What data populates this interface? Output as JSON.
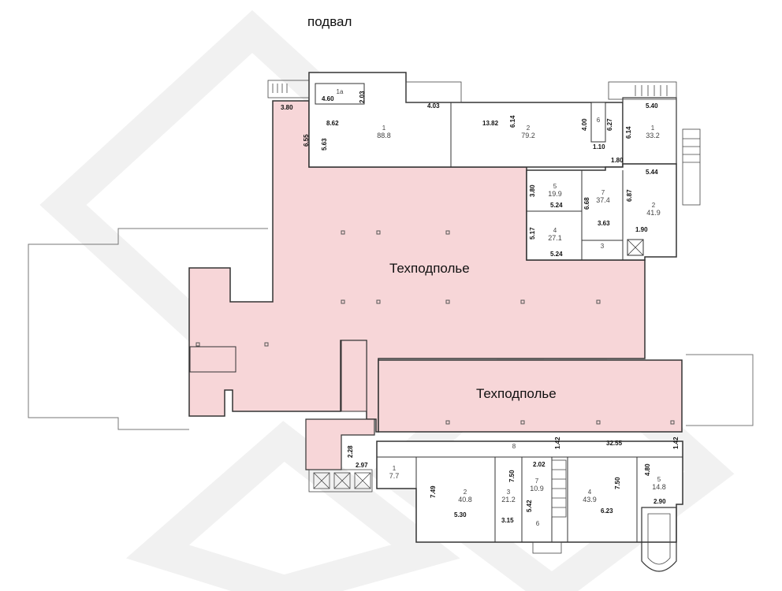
{
  "title": "подвал",
  "zones": {
    "techfloor_upper": "Техподполье",
    "techfloor_lower": "Техподполье"
  },
  "colors": {
    "techfloor_fill": "#f7d6d8",
    "wall": "#333333",
    "watermark": "#f2f2f2"
  },
  "rooms": [
    {
      "number": "1а",
      "area": ""
    },
    {
      "number": "1",
      "area": "88.8"
    },
    {
      "number": "2",
      "area": "79.2"
    },
    {
      "number": "6",
      "area": ""
    },
    {
      "number": "1",
      "area": "33.2"
    },
    {
      "number": "5",
      "area": "19.9"
    },
    {
      "number": "7",
      "area": "37.4"
    },
    {
      "number": "2",
      "area": "41.9"
    },
    {
      "number": "4",
      "area": "27.1"
    },
    {
      "number": "3",
      "area": ""
    },
    {
      "number": "1",
      "area": "7.7"
    },
    {
      "number": "2",
      "area": "40.8"
    },
    {
      "number": "3",
      "area": "21.2"
    },
    {
      "number": "7",
      "area": "10.9"
    },
    {
      "number": "4",
      "area": "43.9"
    },
    {
      "number": "5",
      "area": "14.8"
    },
    {
      "number": "6",
      "area": ""
    },
    {
      "number": "8",
      "area": ""
    }
  ],
  "dimensions": [
    "3.80",
    "4.60",
    "2.03",
    "4.03",
    "8.62",
    "5.63",
    "6.55",
    "13.82",
    "6.14",
    "4.00",
    "6.27",
    "1.10",
    "5.40",
    "6.14",
    "1.80",
    "5.44",
    "3.80",
    "5.24",
    "6.68",
    "6.87",
    "3.63",
    "1.90",
    "5.17",
    "5.24",
    "1.42",
    "32.55",
    "1.42",
    "2.28",
    "2.97",
    "2.02",
    "7.49",
    "5.30",
    "7.50",
    "5.42",
    "3.15",
    "7.50",
    "6.23",
    "4.80",
    "2.90"
  ]
}
